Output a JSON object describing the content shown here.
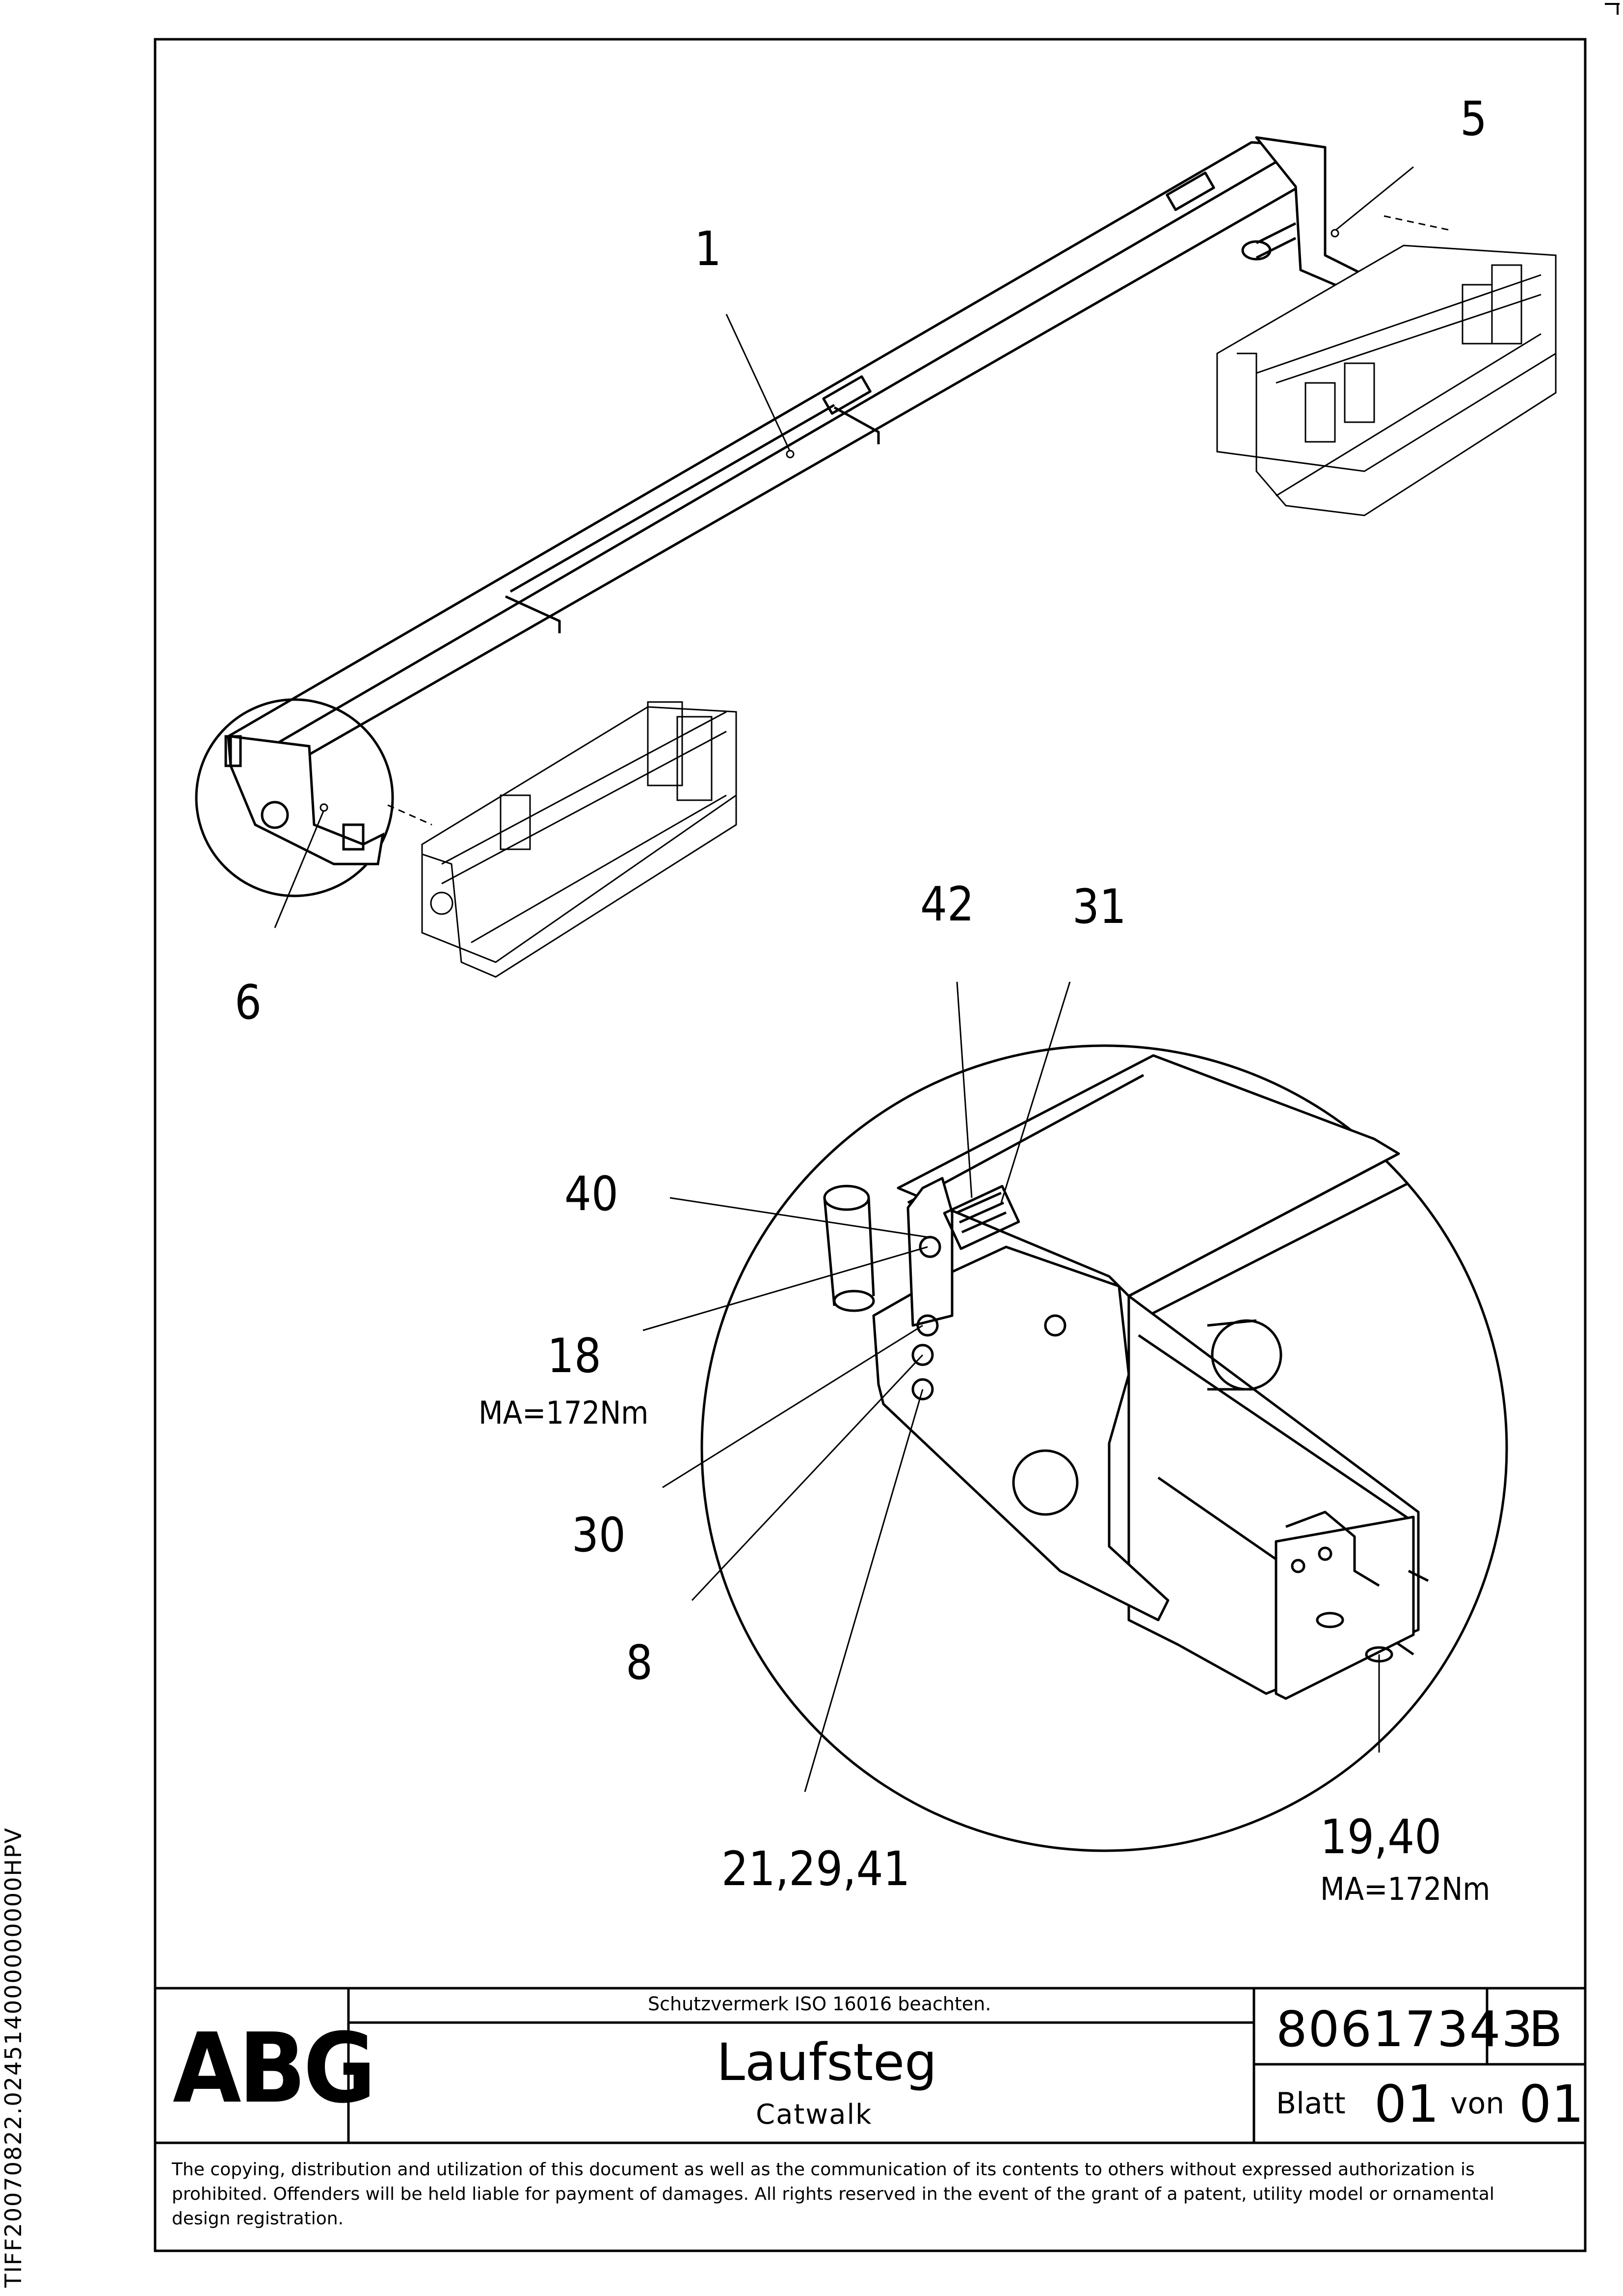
{
  "sheet": {
    "side_code": "TIFF20070822.024514000000000HPV"
  },
  "callouts": {
    "c1": "1",
    "c5": "5",
    "c6": "6",
    "c42": "42",
    "c31": "31",
    "c40": "40",
    "c18": "18",
    "c18_torque": "MA=172Nm",
    "c30": "30",
    "c8": "8",
    "c21_29_41": "21,29,41",
    "c19_40": "19,40",
    "c19_40_torque": "MA=172Nm"
  },
  "title_block": {
    "logo": "ABG",
    "protection_note": "Schutzvermerk ISO 16016 beachten.",
    "title_de": "Laufsteg",
    "title_en": "Catwalk",
    "drawing_number": "80617343",
    "revision": "B",
    "sheet_label": "Blatt",
    "sheet_number": "01",
    "of_label": "von",
    "sheet_total": "01",
    "copyright": "The copying, distribution and utilization of this document as well as the communication of its contents to others without expressed authorization is prohibited. Offenders will be held liable for payment of damages. All rights reserved in the event of the grant of a patent, utility model or ornamental design registration."
  }
}
